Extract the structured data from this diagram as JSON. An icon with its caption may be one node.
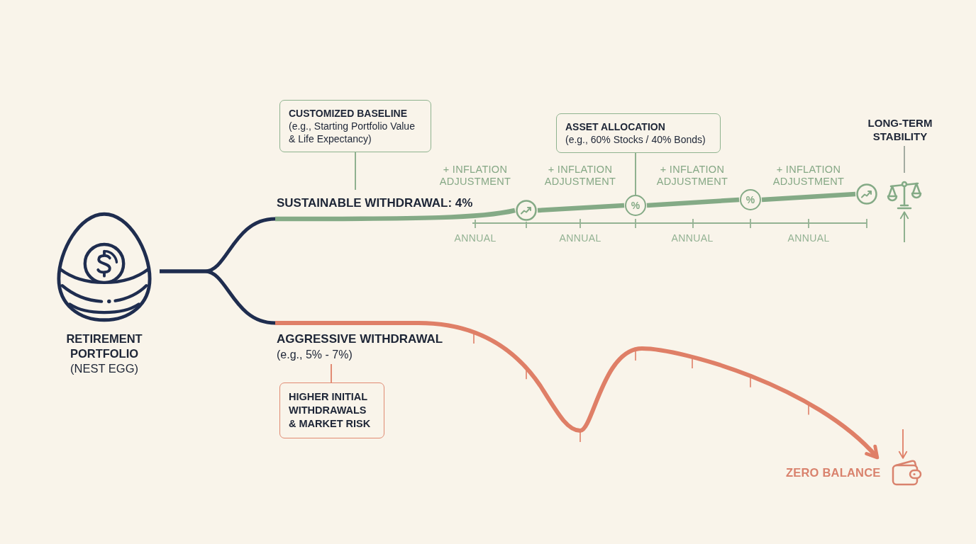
{
  "diagram": {
    "nodes": [
      {
        "text": [
          "RETIREMENT PORTFOLIO",
          "(NEST EGG)"
        ]
      },
      {
        "text": [
          "CUSTOMIZED BASELINE",
          "(e.g., Starting Portfolio Value & Life Expectancy)"
        ]
      },
      {
        "text": [
          "ASSET ALLOCATION",
          "(e.g., 60% Stocks / 40% Bonds)"
        ]
      },
      {
        "text": [
          "LONG-TERM STABILITY"
        ]
      },
      {
        "text": [
          "SUSTAINABLE WITHDRAWAL: 4%"
        ]
      },
      {
        "text": [],
        "shape": "circle"
      },
      {
        "text": [
          "%"
        ]
      },
      {
        "text": [
          "%"
        ]
      },
      {
        "text": [],
        "shape": "circle"
      },
      {
        "text": [],
        "shape": "picture"
      },
      {
        "text": [
          "AGGRESSIVE WITHDRAWAL",
          "(e.g., 5% - 7%)"
        ]
      },
      {
        "text": [
          "HIGHER INITIAL WITHDRAWALS & MARKET RISK"
        ]
      },
      {
        "text": [
          "ZERO BALANCE"
        ]
      }
    ],
    "edges": [
      {
        "from": 0,
        "to": 4,
        "arrow": "none",
        "color": "#1f2d4f"
      },
      {
        "from": 0,
        "to": 10,
        "arrow": "none",
        "color": "#1f2d4f"
      },
      {
        "from": 4,
        "to": 5,
        "arrow": "none"
      },
      {
        "from": 5,
        "to": 6,
        "arrow": "none"
      },
      {
        "from": 6,
        "to": 7,
        "arrow": "none"
      },
      {
        "from": 7,
        "to": 8,
        "arrow": "none"
      },
      {
        "from": 10,
        "to": 12,
        "arrow": "to",
        "color": "#df7f67"
      },
      {
        "from": 1,
        "to": 4,
        "arrow": "none"
      },
      {
        "from": 2,
        "to": 6,
        "arrow": "none"
      },
      {
        "from": 3,
        "to": 9,
        "arrow": "none",
        "color": "#9aa39a"
      },
      {
        "from": null,
        "to": 9,
        "arrow": "to"
      },
      {
        "from": 10,
        "to": 11,
        "arrow": "none",
        "color": "#df7f67"
      },
      {
        "from": null,
        "to": 12,
        "arrow": "to",
        "color": "#df7f67"
      }
    ],
    "labels": [
      "+ INFLATION ADJUSTMENT",
      "+ INFLATION ADJUSTMENT",
      "+ INFLATION ADJUSTMENT",
      "+ INFLATION ADJUSTMENT",
      "ANNUAL",
      "ANNUAL",
      "ANNUAL",
      "ANNUAL"
    ]
  }
}
